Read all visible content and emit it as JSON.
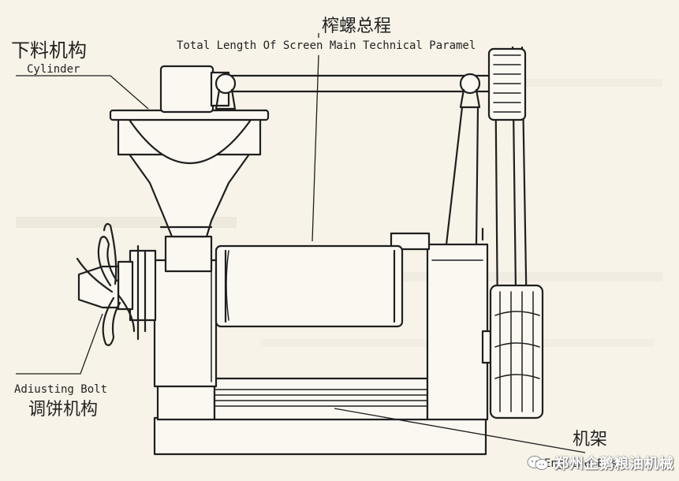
{
  "labels": {
    "screw_total_cn": "榨螺总程",
    "screw_total_en": "Total Length Of Screen Main Technical Paramel",
    "feeder_cn": "下料机构",
    "feeder_en": "Cylinder",
    "adjust_en": "Adiusting Bolt",
    "adjust_cn": "调饼机构",
    "base_cn": "机架",
    "base_en": "Engline Base"
  },
  "watermark": {
    "text": "郑州企鹅粮油机械",
    "icon": "wechat-icon"
  },
  "colors": {
    "paper": "#f7f3e8",
    "ink": "#1f1f1f"
  }
}
